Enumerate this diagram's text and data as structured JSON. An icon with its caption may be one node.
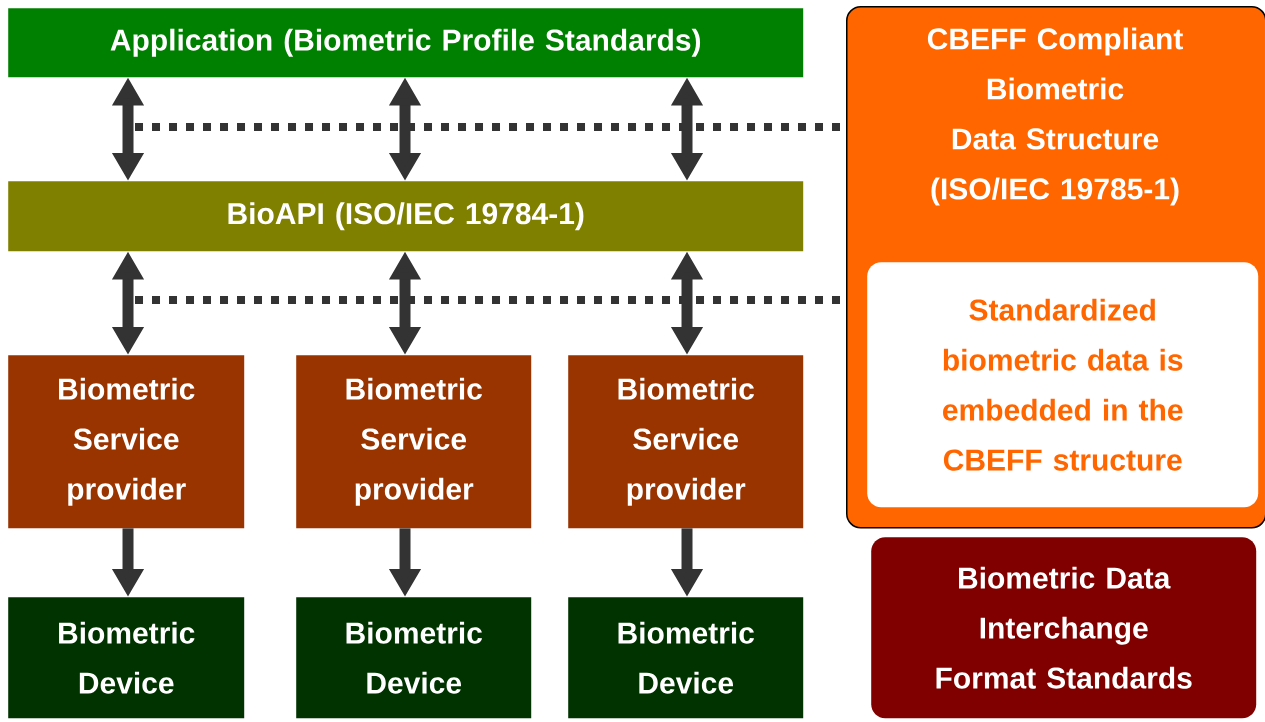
{
  "diagram": {
    "nodes": [
      {
        "text": [
          "Application (Biometric Profile Standards)"
        ]
      },
      {
        "text": [
          "BioAPI (ISO/IEC 19784-1)"
        ]
      },
      {
        "text": [
          "CBEFF Compliant Biometric Data Structure (ISO/IEC 19785-1)"
        ]
      },
      {
        "text": [
          "Standardized biometric data is embedded in the CBEFF structure"
        ],
        "in": 2
      },
      {
        "text": [
          "Biometric Service provider"
        ]
      },
      {
        "text": [
          "Biometric Service provider"
        ]
      },
      {
        "text": [
          "Biometric Service provider"
        ]
      },
      {
        "text": [
          "Biometric Device"
        ]
      },
      {
        "text": [
          "Biometric Device"
        ]
      },
      {
        "text": [
          "Biometric Device"
        ]
      },
      {
        "text": [
          "Biometric Data Interchange Format Standards"
        ]
      }
    ],
    "edges": [
      {
        "from": null,
        "to": 2,
        "arrow": "none",
        "style": "dashed"
      },
      {
        "from": null,
        "to": 2,
        "arrow": "none",
        "style": "dashed"
      },
      {
        "from": 0,
        "to": 1,
        "arrow": "both"
      },
      {
        "from": 0,
        "to": 1,
        "arrow": "both"
      },
      {
        "from": 0,
        "to": 1,
        "arrow": "both"
      },
      {
        "from": 1,
        "to": 4,
        "arrow": "both"
      },
      {
        "from": 1,
        "to": 5,
        "arrow": "both"
      },
      {
        "from": 1,
        "to": 6,
        "arrow": "both"
      },
      {
        "from": 4,
        "to": 7,
        "arrow": "to"
      },
      {
        "from": 5,
        "to": 8,
        "arrow": "to"
      },
      {
        "from": 6,
        "to": 9,
        "arrow": "to"
      }
    ]
  }
}
